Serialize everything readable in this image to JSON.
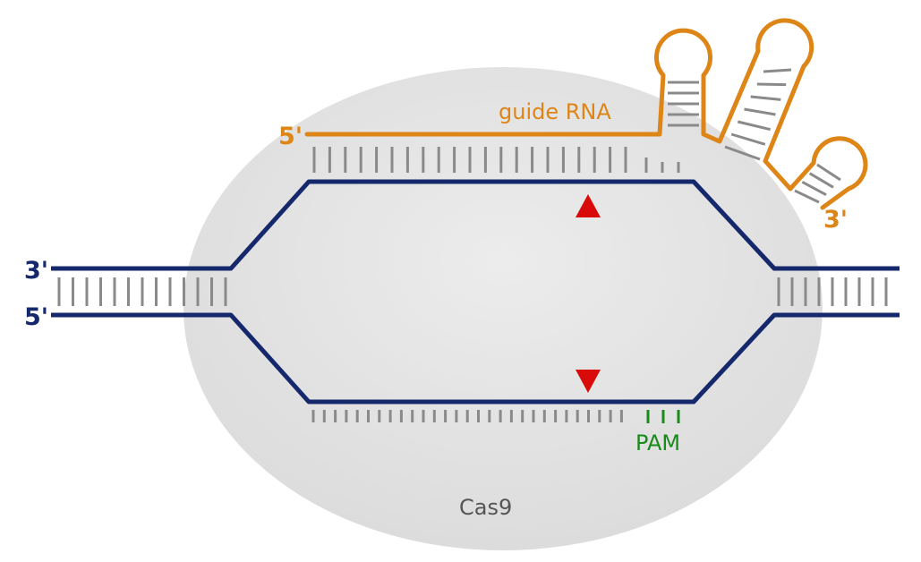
{
  "labels": {
    "guide_rna": "guide RNA",
    "rna_five_prime": "5'",
    "rna_three_prime": "3'",
    "dna_top_end": "3'",
    "dna_bottom_end": "5'",
    "pam": "PAM",
    "protein": "Cas9"
  },
  "colors": {
    "dna_strand": "#15286b",
    "guide_rna": "#de8517",
    "base_pair_tick": "#8a8a8a",
    "pam": "#1a8a1a",
    "cut_site": "#d80a0a",
    "protein_fill": "#e8e8e8"
  },
  "icons": {
    "cut_site_top": "triangle-up",
    "cut_site_bottom": "triangle-down"
  }
}
